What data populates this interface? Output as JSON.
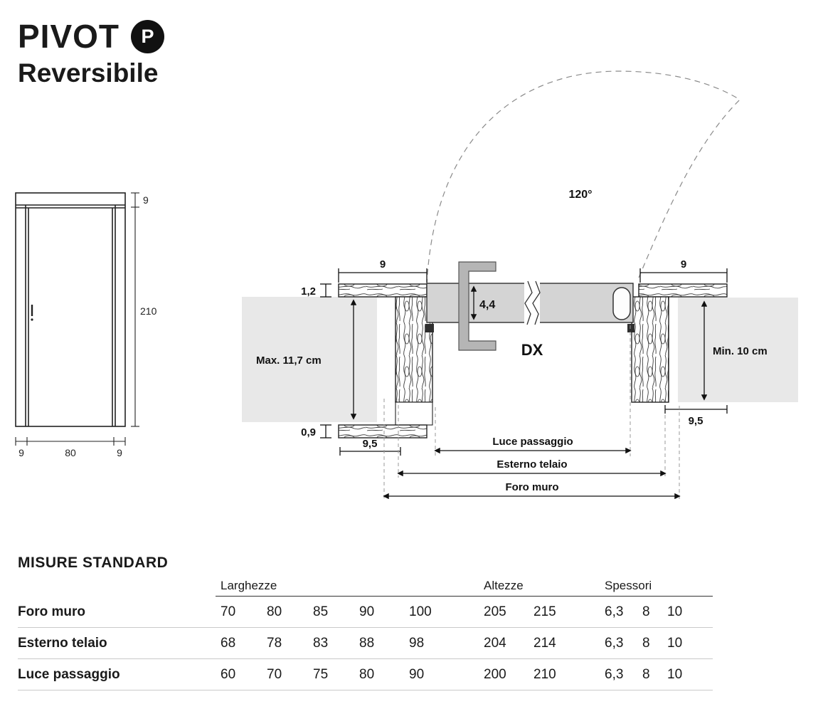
{
  "header": {
    "title": "PIVOT",
    "badge": "P",
    "subtitle": "Reversibile"
  },
  "elevation": {
    "top_frame": "9",
    "height": "210",
    "bottom_left": "9",
    "bottom_center": "80",
    "bottom_right": "9"
  },
  "plan": {
    "swing_angle": "120°",
    "left_architrave_width": "9",
    "right_architrave_width": "9",
    "architrave_thickness_top": "1,2",
    "door_thickness": "4,4",
    "architrave_thickness_bottom": "0,9",
    "frame_depth_left": "9,5",
    "frame_depth_right": "9,5",
    "wall_max": "Max. 11,7 cm",
    "wall_min": "Min. 10 cm",
    "hand": "DX",
    "dim_luce": "Luce passaggio",
    "dim_esterno": "Esterno telaio",
    "dim_foro": "Foro muro"
  },
  "table": {
    "title": "MISURE STANDARD",
    "group_headers": [
      "Larghezze",
      "Altezze",
      "Spessori"
    ],
    "rows": [
      {
        "label": "Foro muro",
        "values": [
          "70",
          "80",
          "85",
          "90",
          "100",
          "205",
          "215",
          "6,3",
          "8",
          "10"
        ]
      },
      {
        "label": "Esterno telaio",
        "values": [
          "68",
          "78",
          "83",
          "88",
          "98",
          "204",
          "214",
          "6,3",
          "8",
          "10"
        ]
      },
      {
        "label": "Luce passaggio",
        "values": [
          "60",
          "70",
          "75",
          "80",
          "90",
          "200",
          "210",
          "6,3",
          "8",
          "10"
        ]
      }
    ]
  }
}
